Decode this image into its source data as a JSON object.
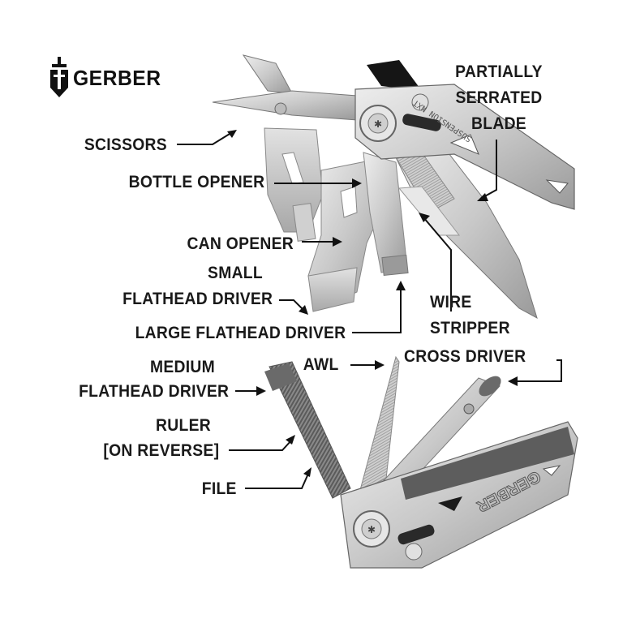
{
  "brand": {
    "name": "GERBER",
    "logo_icon": "gerber-sword-shield-icon"
  },
  "tool": {
    "model_engraving": "SUSPENSION NXT",
    "handle_engraving": "GERBER"
  },
  "labels": {
    "scissors": "SCISSORS",
    "bottle_opener": "BOTTLE OPENER",
    "can_opener": "CAN OPENER",
    "small_flathead_line1": "SMALL",
    "small_flathead_line2": "FLATHEAD DRIVER",
    "large_flathead": "LARGE FLATHEAD DRIVER",
    "partially_serrated_line1": "PARTIALLY",
    "partially_serrated_line2": "SERRATED",
    "partially_serrated_line3": "BLADE",
    "wire_stripper_line1": "WIRE",
    "wire_stripper_line2": "STRIPPER",
    "medium_flathead_line1": "MEDIUM",
    "medium_flathead_line2": "FLATHEAD DRIVER",
    "awl": "AWL",
    "cross_driver": "CROSS DRIVER",
    "ruler_line1": "RULER",
    "ruler_line2": "[ON REVERSE]",
    "file": "FILE"
  },
  "colors": {
    "text": "#1a1a1a",
    "steel_light": "#d9d9d9",
    "steel_mid": "#b5b5b5",
    "steel_dark": "#7a7a7a",
    "black_part": "#151515"
  }
}
